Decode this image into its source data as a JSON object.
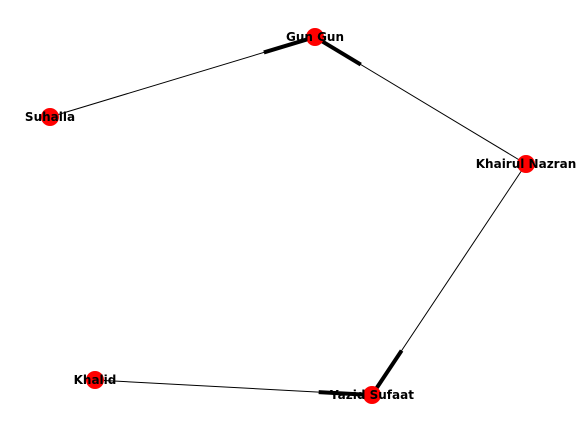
{
  "graph": {
    "node_color": "#ff0000",
    "edge_color": "#000000",
    "nodes": [
      {
        "id": "gungun",
        "label": "Gun Gun"
      },
      {
        "id": "suhaila",
        "label": "Suhaila"
      },
      {
        "id": "khairul",
        "label": "Khairul Nazran"
      },
      {
        "id": "yazid",
        "label": "Yazid Sufaat"
      },
      {
        "id": "khalid",
        "label": "Khalid"
      }
    ],
    "edges": [
      {
        "source": "suhaila",
        "target": "gungun",
        "directed": true
      },
      {
        "source": "khairul",
        "target": "gungun",
        "directed": true
      },
      {
        "source": "khairul",
        "target": "yazid",
        "directed": true
      },
      {
        "source": "khalid",
        "target": "yazid",
        "directed": true
      }
    ]
  }
}
